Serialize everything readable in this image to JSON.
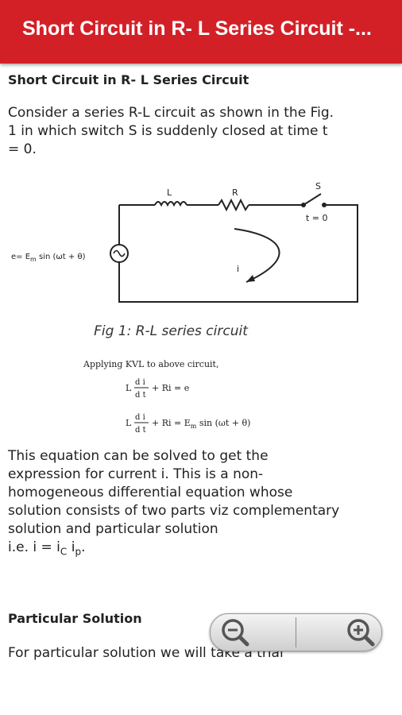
{
  "appbar": {
    "title": "Short Circuit in R- L Series Circuit -..."
  },
  "article": {
    "heading": "Short Circuit in R- L Series Circuit",
    "intro": "Consider a series R-L circuit as shown in the Fig. 1 in which switch S is suddenly closed at time t = 0.",
    "figure": {
      "label_L": "L",
      "label_R": "R",
      "label_S": "S",
      "label_t0": "t = 0",
      "label_source": "e= E",
      "label_source_sub": "m",
      "label_source_tail": " sin (ωt + θ)",
      "label_i": "i",
      "caption": "Fig 1: R-L series circuit"
    },
    "equations": {
      "lead": "Applying KVL to above circuit,",
      "eq1_left": "L",
      "eq1_num": "d i",
      "eq1_den": "d t",
      "eq1_rest": "+ Ri  =  e",
      "eq2_left": "L",
      "eq2_num": "d i",
      "eq2_den": "d t",
      "eq2_rest": "+ Ri  =  E",
      "eq2_sub": "m",
      "eq2_tail": " sin (ωt + θ)"
    },
    "body_text": "This equation can be solved to get the expression for current i. This is a non-homogeneous differential equation whose solution consists of two parts viz complementary solution and particular solution",
    "ie_prefix": "i.e. i = i",
    "ie_sub1": "C",
    "ie_mid": " i",
    "ie_sub2": "p",
    "ie_end": ".",
    "subheading": "Particular Solution",
    "particular_text": "For particular solution we will take a trial"
  },
  "zoom": {
    "out_icon": "zoom-out-icon",
    "in_icon": "zoom-in-icon"
  }
}
